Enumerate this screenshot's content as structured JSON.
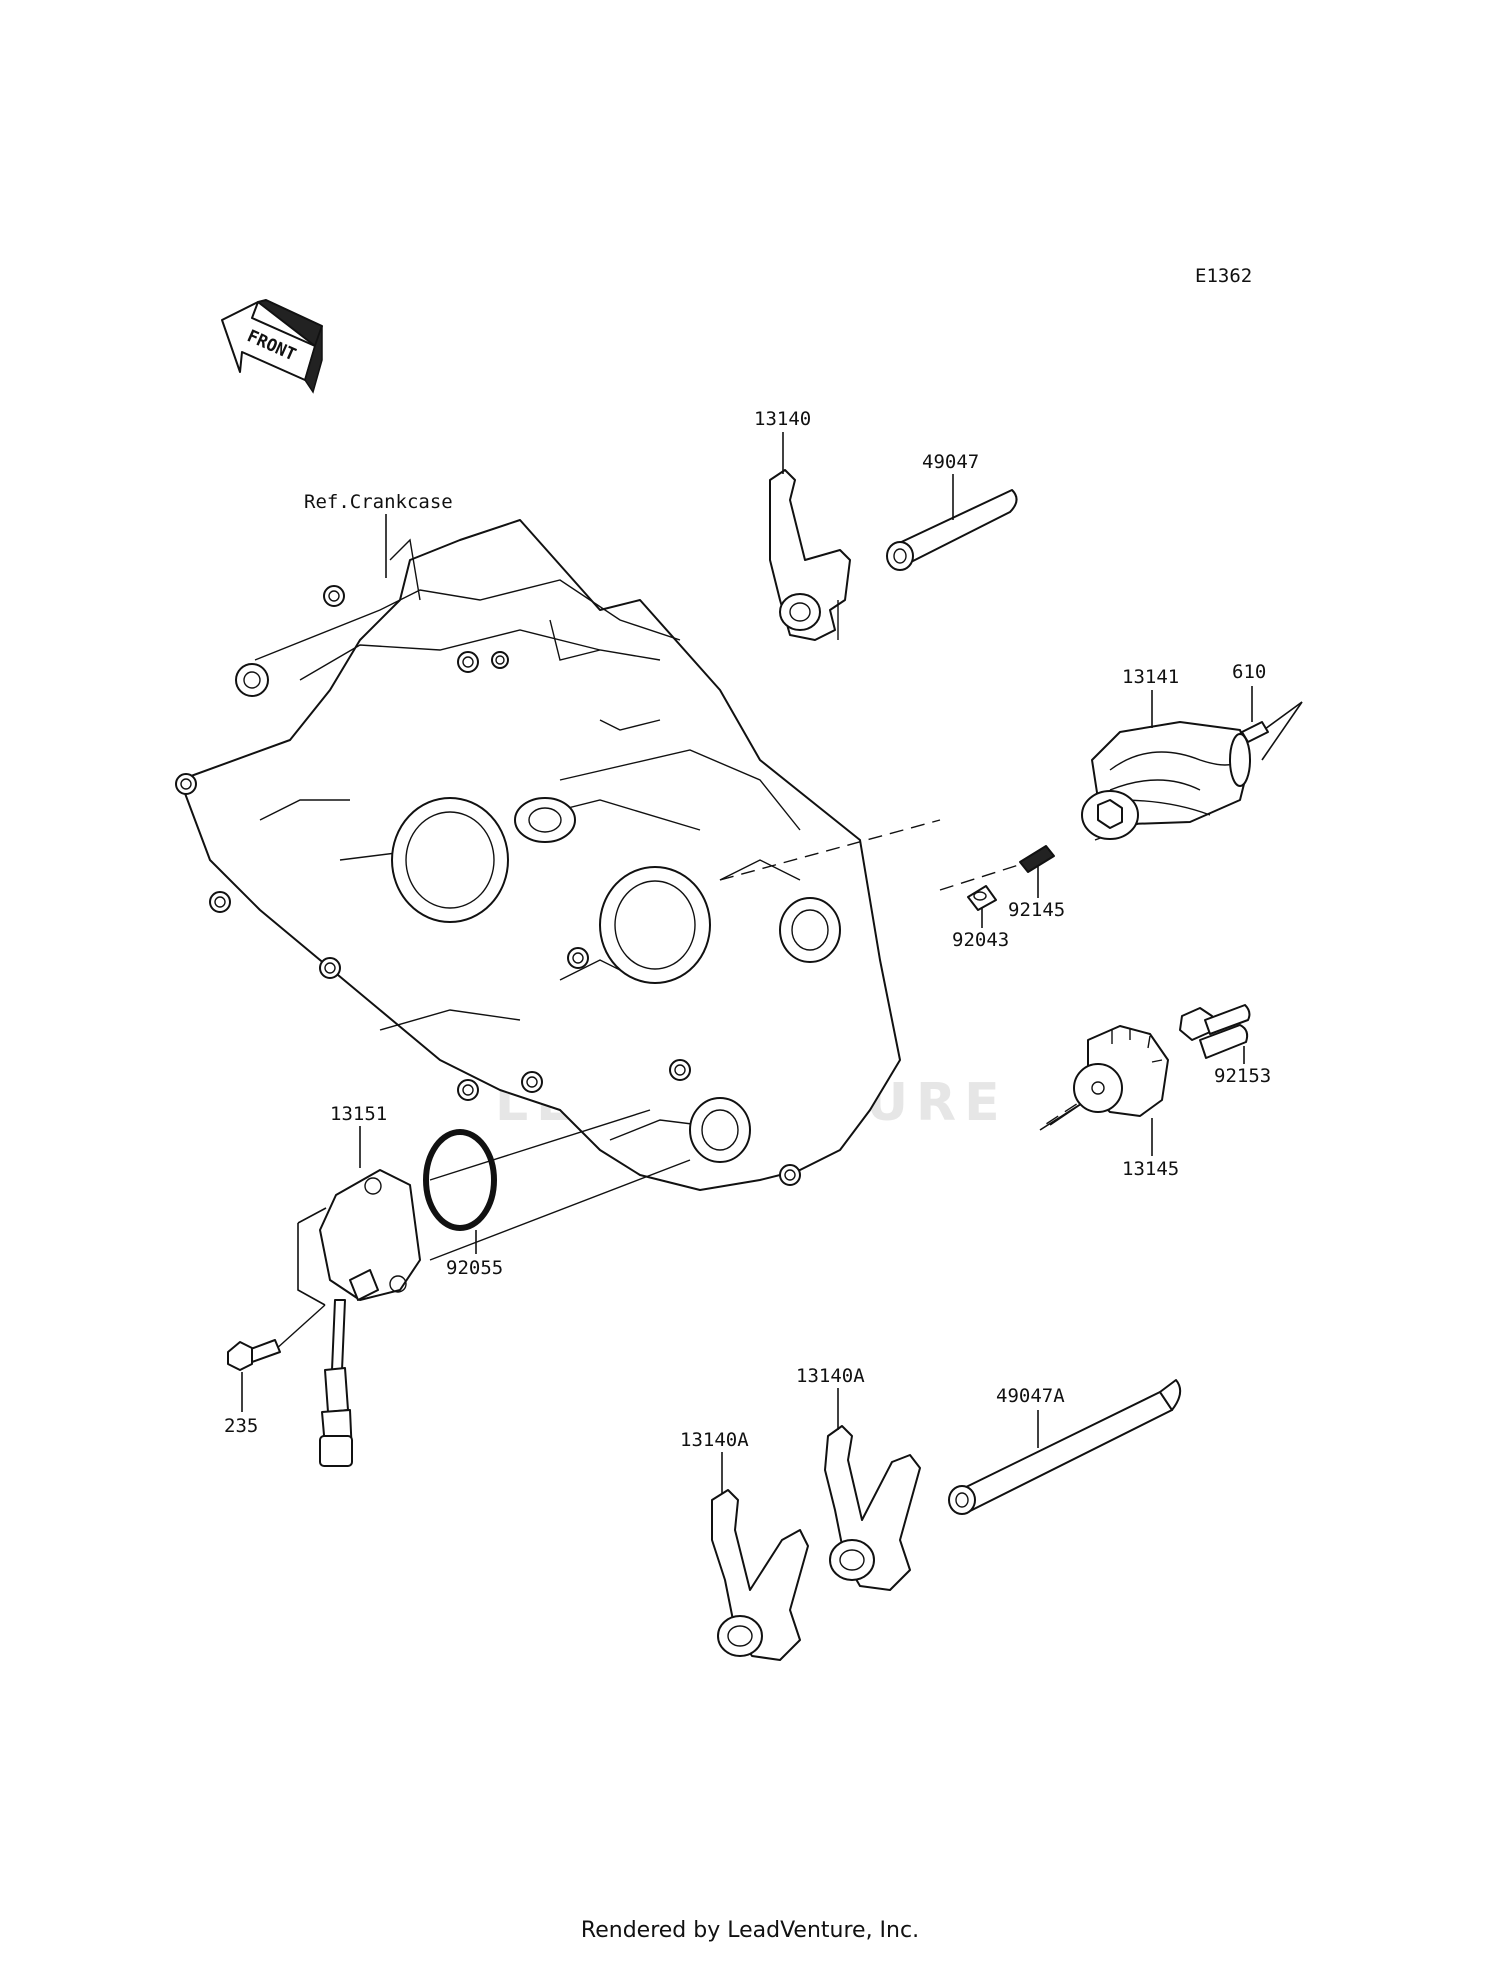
{
  "diagram_code": "E1362",
  "front_label": "FRONT",
  "reference_label": "Ref.Crankcase",
  "watermark_text": "LEADVENTURE",
  "footer_text": "Rendered by LeadVenture, Inc.",
  "parts": [
    {
      "number": "13140",
      "name": "shift-fork"
    },
    {
      "number": "49047",
      "name": "shift-rod"
    },
    {
      "number": "13141",
      "name": "shift-drum"
    },
    {
      "number": "610",
      "name": "pin"
    },
    {
      "number": "92145",
      "name": "spring"
    },
    {
      "number": "92043",
      "name": "pin"
    },
    {
      "number": "92153",
      "name": "bolt"
    },
    {
      "number": "13145",
      "name": "drum-operating-plate"
    },
    {
      "number": "13151",
      "name": "gear-position-switch"
    },
    {
      "number": "92055",
      "name": "o-ring"
    },
    {
      "number": "235",
      "name": "screw"
    },
    {
      "number": "13140A",
      "name": "shift-fork-a-1"
    },
    {
      "number": "13140A",
      "name": "shift-fork-a-2"
    },
    {
      "number": "49047A",
      "name": "shift-rod-a"
    }
  ]
}
